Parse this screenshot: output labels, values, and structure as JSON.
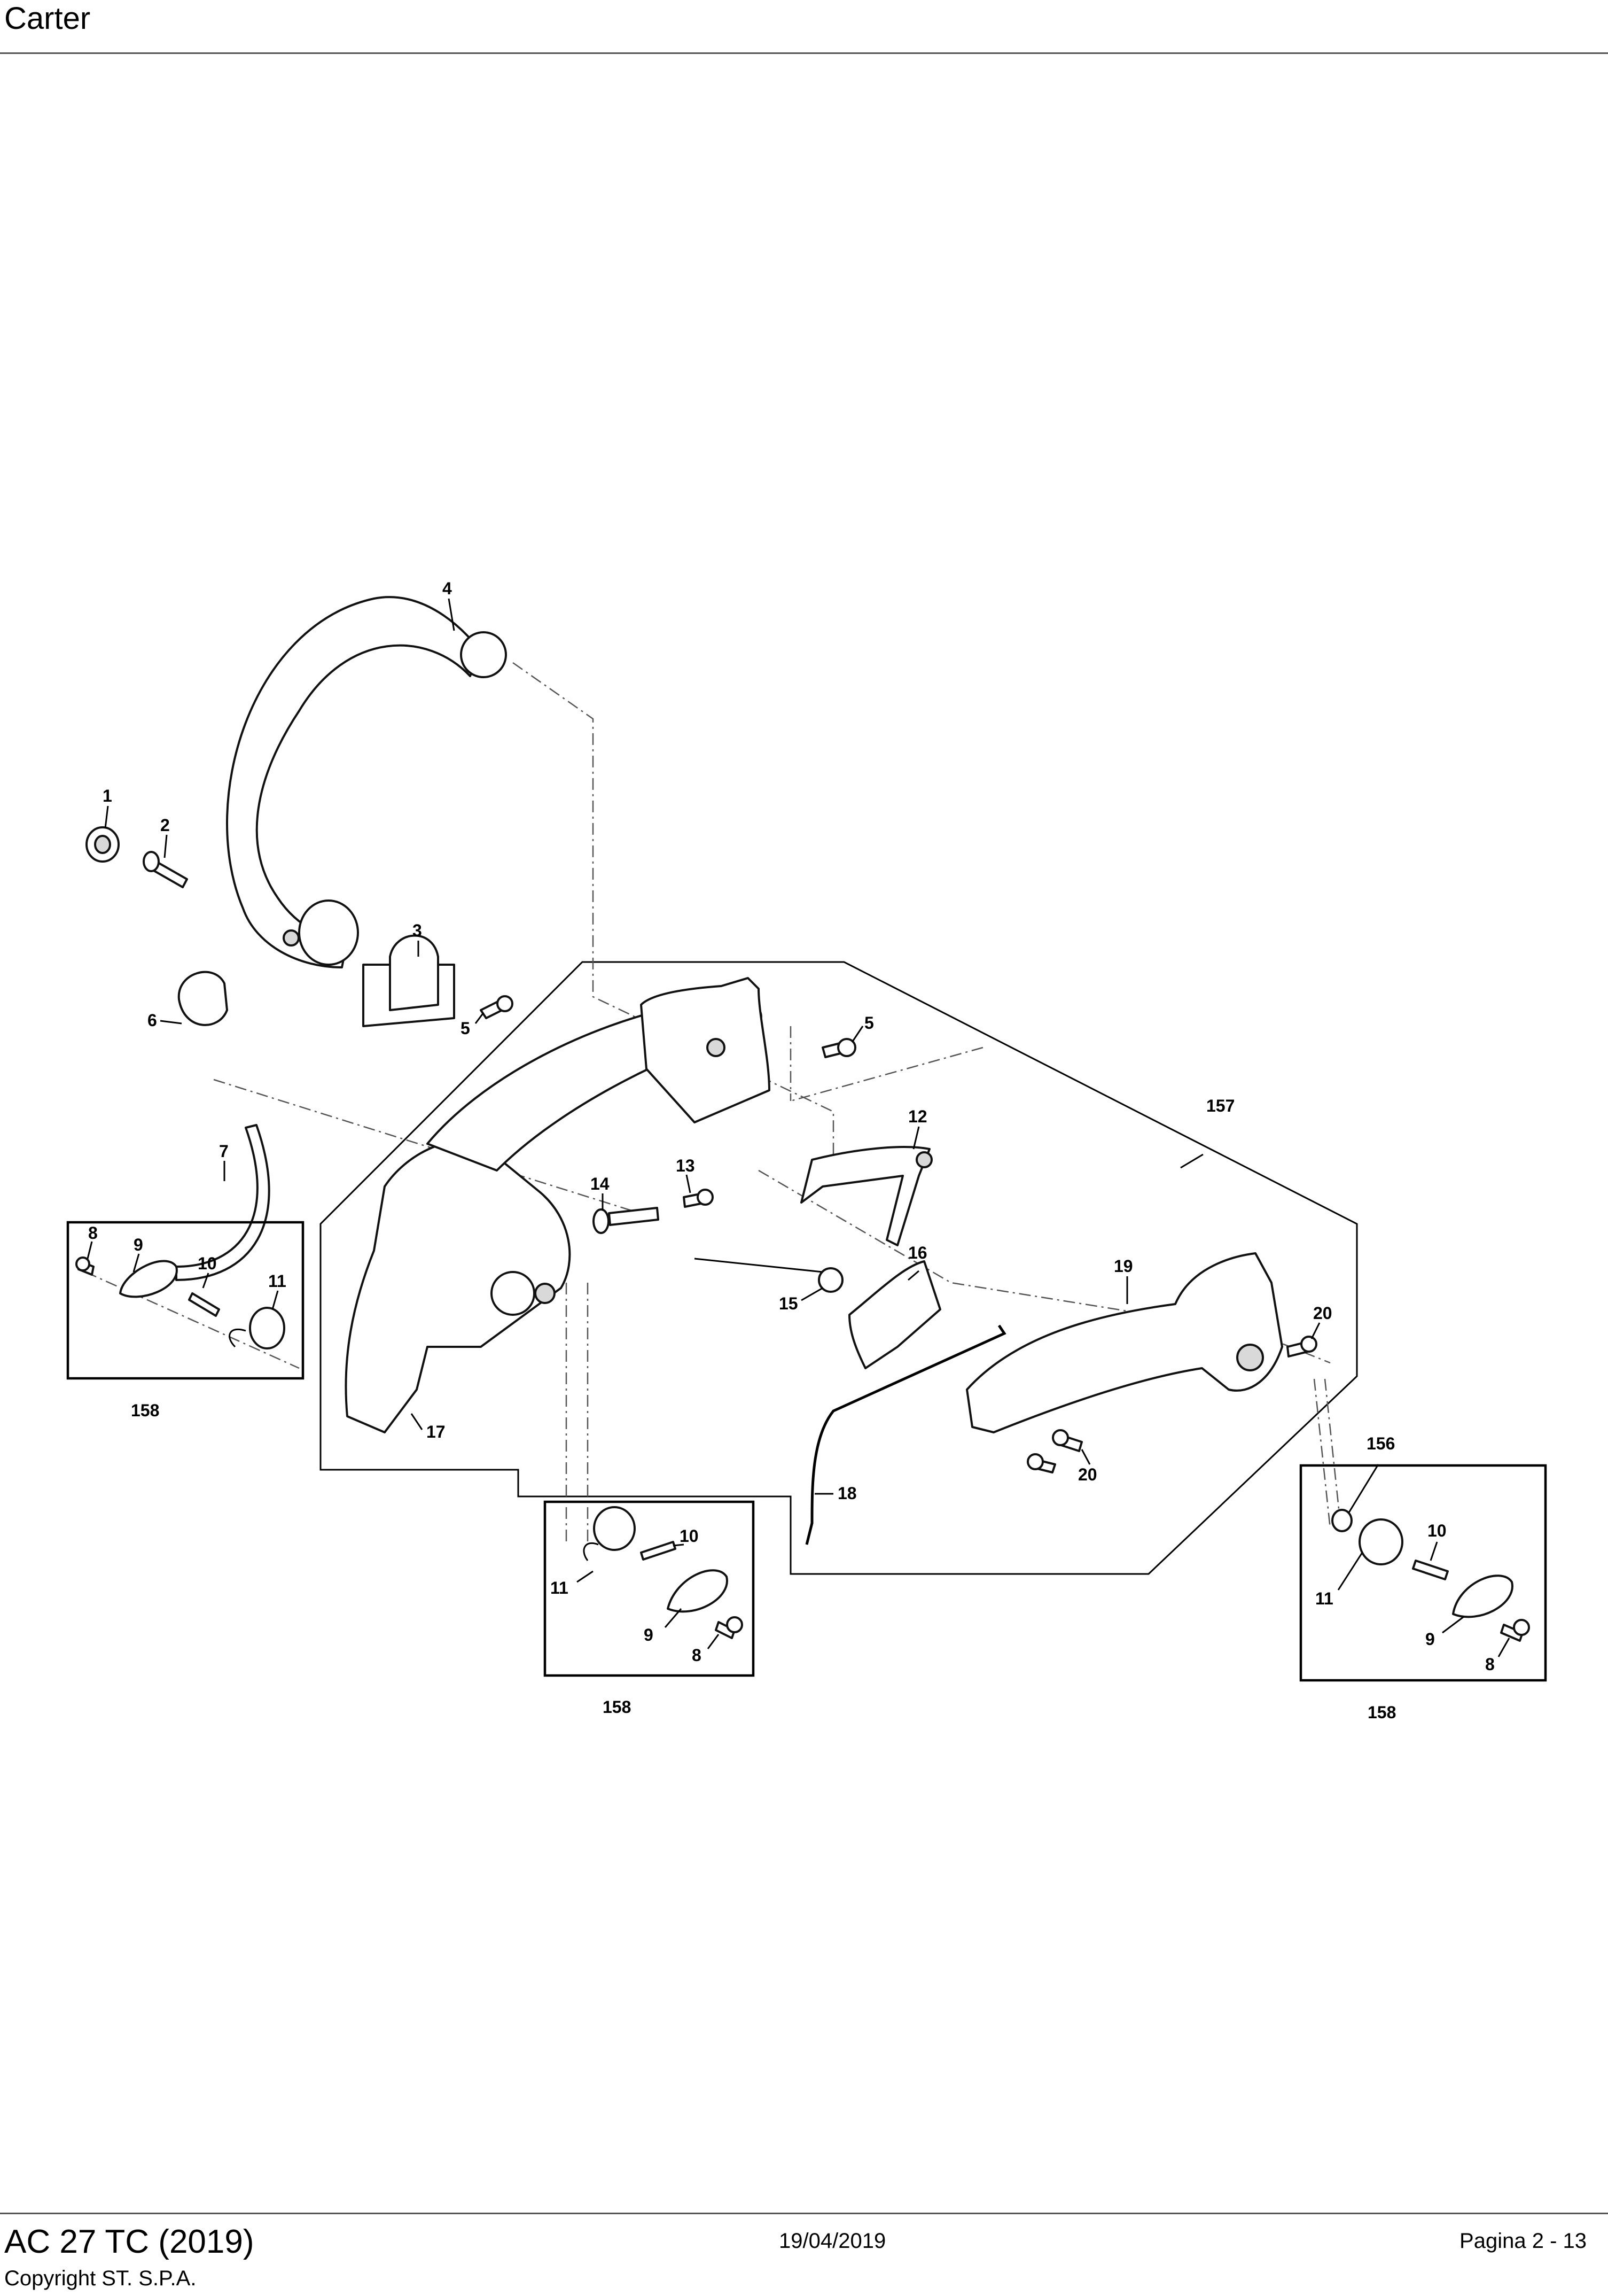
{
  "header": {
    "title": "Carter"
  },
  "footer": {
    "model": "AC 27 TC (2019)",
    "copyright": "Copyright ST. S.P.A.",
    "date": "19/04/2019",
    "page": "Pagina 2 - 13"
  },
  "diagram": {
    "callouts": [
      "1",
      "2",
      "3",
      "4",
      "5",
      "5",
      "6",
      "7",
      "8",
      "9",
      "10",
      "11",
      "158",
      "12",
      "13",
      "14",
      "15",
      "16",
      "17",
      "157",
      "19",
      "20",
      "20",
      "18",
      "10",
      "11",
      "9",
      "8",
      "158",
      "156",
      "10",
      "11",
      "9",
      "8",
      "158"
    ]
  }
}
